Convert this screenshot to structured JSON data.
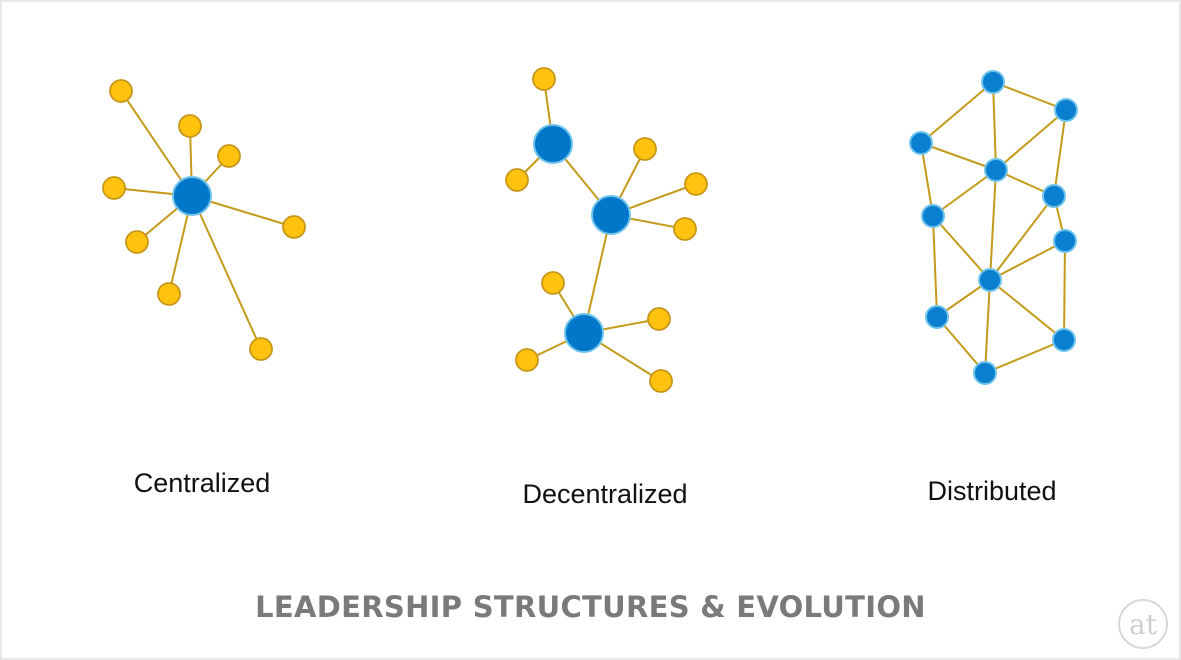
{
  "diagrams": [
    {
      "label": "Centralized"
    },
    {
      "label": "Decentralized"
    },
    {
      "label": "Distributed"
    }
  ],
  "title": "LEADERSHIP STRUCTURES & EVOLUTION",
  "logo_text": "at",
  "colors": {
    "hub": "#0077c8",
    "leaf": "#ffc20e",
    "edge": "#c49a1a",
    "title": "#7a7a7a"
  }
}
